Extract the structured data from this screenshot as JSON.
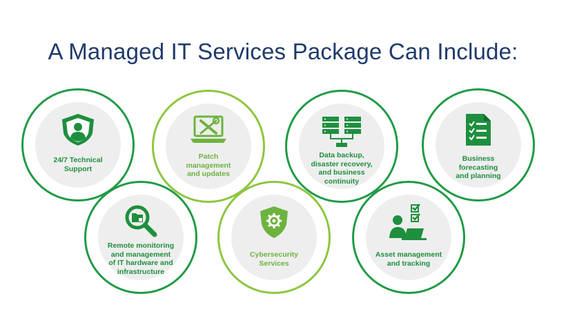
{
  "title": "A Managed IT Services Package Can Include:",
  "items": [
    {
      "lines": [
        "24/7 Technical",
        "Support"
      ],
      "icon": "shield-person-icon"
    },
    {
      "lines": [
        "Patch",
        "management",
        "and updates"
      ],
      "icon": "laptop-tools-icon"
    },
    {
      "lines": [
        "Data backup,",
        "disaster recovery,",
        "and business",
        "continuity"
      ],
      "icon": "server-network-icon"
    },
    {
      "lines": [
        "Business",
        "forecasting",
        "and planning"
      ],
      "icon": "checklist-document-icon"
    },
    {
      "lines": [
        "Remote monitoring",
        "and management",
        "of IT hardware and",
        "infrastructure"
      ],
      "icon": "magnifier-folder-icon"
    },
    {
      "lines": [
        "Cybersecurity",
        "Services"
      ],
      "icon": "shield-gear-icon"
    },
    {
      "lines": [
        "Asset management",
        "and tracking"
      ],
      "icon": "person-laptop-checklist-icon"
    }
  ],
  "colors": {
    "dark_green": "#1f9a45",
    "light_green": "#8cc63f",
    "title": "#1f3a6b",
    "inner": "#eeeeee"
  }
}
